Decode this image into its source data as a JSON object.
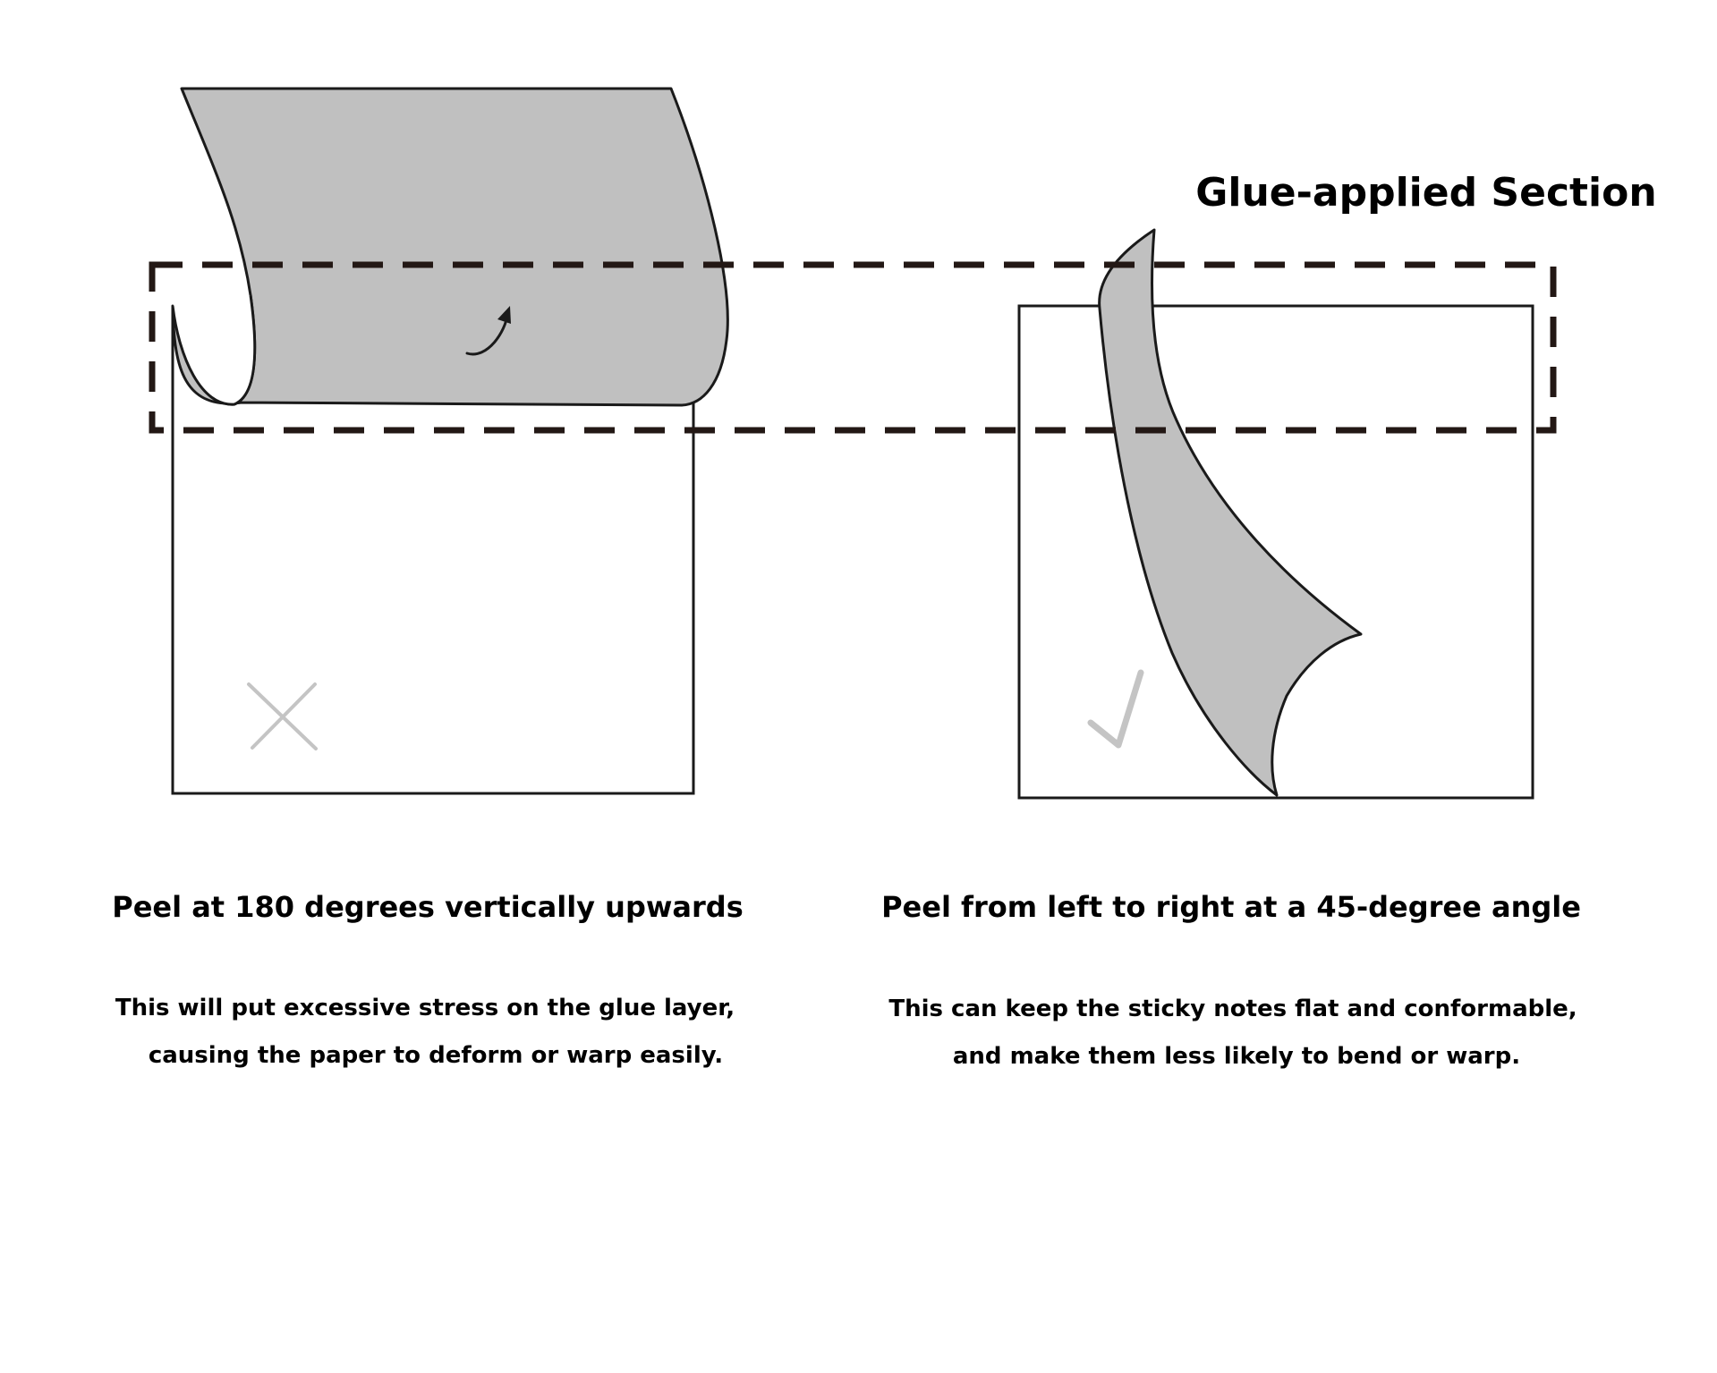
{
  "section_label": "Glue-applied Section",
  "left": {
    "caption": "Peel at 180 degrees vertically upwards",
    "note_line1": "This will put excessive stress on the glue layer,",
    "note_line2": "causing the paper to deform or warp easily.",
    "verdict_icon": "cross-icon"
  },
  "right": {
    "caption": "Peel from left to right at a 45-degree angle",
    "note_line1": "This can keep the sticky notes flat and conformable,",
    "note_line2": "and make them less likely to bend or warp.",
    "verdict_icon": "checkmark-icon"
  },
  "colors": {
    "paper_fill": "#ffffff",
    "peeled_fill": "#c0c0c0",
    "outline": "#1a1a1a",
    "dashed_border": "#231815",
    "verdict_mark": "#c4c4c4"
  }
}
